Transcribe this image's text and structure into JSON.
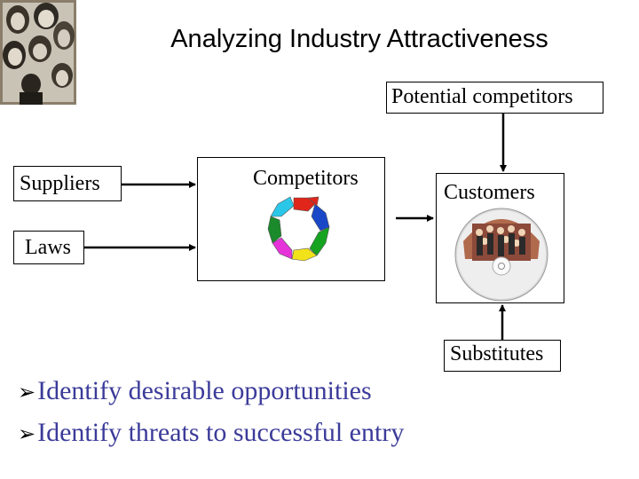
{
  "title": "Analyzing Industry Attractiveness",
  "nodes": {
    "potential": "Potential competitors",
    "suppliers": "Suppliers",
    "competitors": "Competitors",
    "customers": "Customers",
    "laws": "Laws",
    "substitutes": "Substitutes"
  },
  "bullets": [
    "Identify desirable opportunities",
    "Identify threats to successful entry"
  ],
  "colors": {
    "bullet_text": "#3b3b9a"
  },
  "icons": [
    "crowd-clipart-icon",
    "cycle-arrows-icon",
    "music-cd-icon",
    "bullet-arrow-icon"
  ]
}
